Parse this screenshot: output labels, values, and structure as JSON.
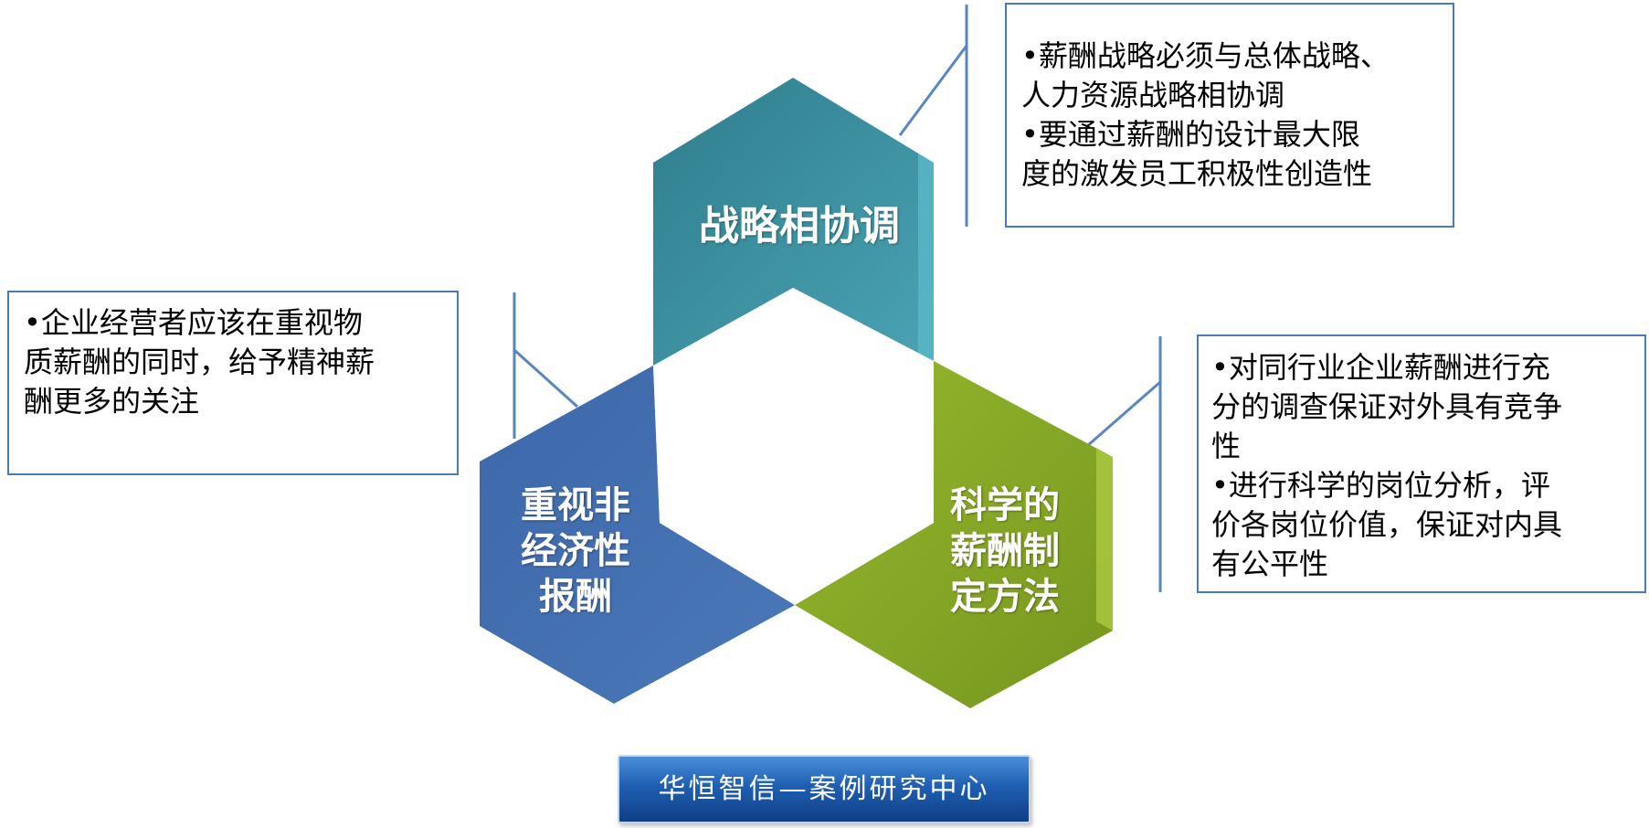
{
  "hexes": {
    "top": {
      "label": "战略相协调",
      "color": "#3f8e9c"
    },
    "left": {
      "label": "重视非\n经济性\n报酬",
      "color": "#4a73b3"
    },
    "right": {
      "label": "科学的\n薪酬制\n定方法",
      "color": "#86a826"
    }
  },
  "notes": {
    "top": [
      "•薪酬战略必须与总体战略、\n人力资源战略相协调",
      "•要通过薪酬的设计最大限\n度的激发员工积极性创造性"
    ],
    "left": [
      "•企业经营者应该在重视物\n质薪酬的同时，给予精神薪\n酬更多的关注"
    ],
    "right": [
      "•对同行业企业薪酬进行充\n分的调查保证对外具有竞争\n性",
      "•进行科学的岗位分析，评\n价各岗位价值，保证对内具\n有公平性"
    ]
  },
  "footer": {
    "label": "华恒智信—案例研究中心"
  },
  "colors": {
    "border": "#4a78b8",
    "connector": "#5a86c0"
  }
}
